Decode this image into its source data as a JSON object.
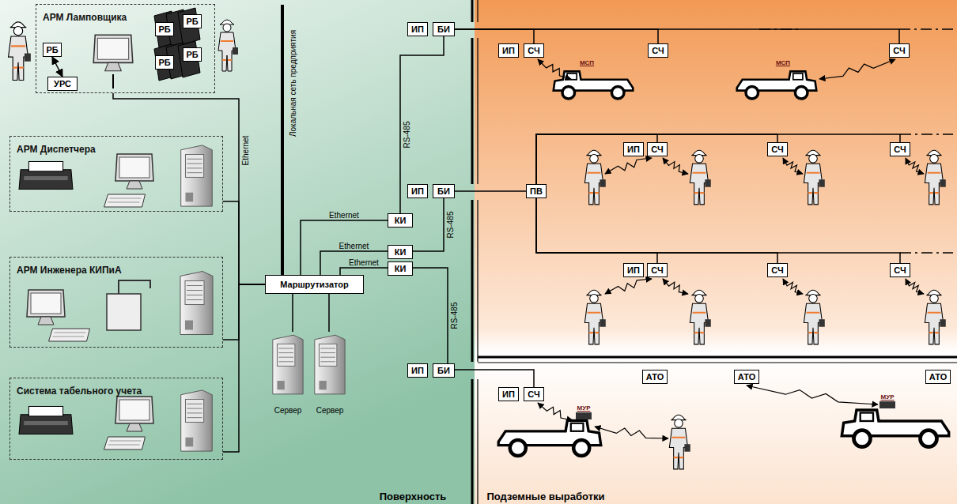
{
  "diagram": {
    "nodes": [
      {
        "text": [
          "АРМ Ламповщика"
        ]
      },
      {
        "text": [
          "РБ"
        ],
        "in": 0
      },
      {
        "text": [
          "УРС"
        ],
        "in": 0
      },
      {
        "text": [
          "РБ"
        ],
        "in": 0
      },
      {
        "text": [
          "РБ"
        ],
        "in": 0
      },
      {
        "text": [
          "РБ"
        ],
        "in": 0
      },
      {
        "text": [
          "РБ"
        ],
        "in": 0
      },
      {
        "text": [
          "АРМ Диспетчера"
        ]
      },
      {
        "text": [
          "АРМ Инженера КИПиА"
        ]
      },
      {
        "text": [
          "Система табельного учета"
        ]
      },
      {
        "text": [
          "Маршрутизатор"
        ]
      },
      {
        "text": [
          "КИ"
        ]
      },
      {
        "text": [
          "КИ"
        ]
      },
      {
        "text": [
          "КИ"
        ]
      },
      {
        "text": [
          "ИП"
        ]
      },
      {
        "text": [
          "БИ"
        ]
      },
      {
        "text": [
          "ИП"
        ]
      },
      {
        "text": [
          "БИ"
        ]
      },
      {
        "text": [
          "ИП"
        ]
      },
      {
        "text": [
          "БИ"
        ]
      },
      {
        "text": [
          "ИП"
        ]
      },
      {
        "text": [
          "СЧ"
        ]
      },
      {
        "text": [
          "СЧ"
        ]
      },
      {
        "text": [
          "СЧ"
        ]
      },
      {
        "text": [
          "ПВ"
        ]
      },
      {
        "text": [
          "ИП"
        ]
      },
      {
        "text": [
          "СЧ"
        ]
      },
      {
        "text": [
          "СЧ"
        ]
      },
      {
        "text": [
          "СЧ"
        ]
      },
      {
        "text": [
          "ИП"
        ]
      },
      {
        "text": [
          "СЧ"
        ]
      },
      {
        "text": [
          "СЧ"
        ]
      },
      {
        "text": [
          "СЧ"
        ]
      },
      {
        "text": [
          "ИП"
        ]
      },
      {
        "text": [
          "СЧ"
        ]
      },
      {
        "text": [
          "АТО"
        ]
      },
      {
        "text": [
          "АТО"
        ]
      },
      {
        "text": [
          "АТО"
        ]
      }
    ],
    "edges": [
      {
        "from": 2,
        "to": 1,
        "arrow": "both"
      },
      {
        "from": 0,
        "to": 10,
        "arrow": "none"
      },
      {
        "from": 7,
        "to": 10,
        "arrow": "none"
      },
      {
        "from": 8,
        "to": 10,
        "arrow": "none"
      },
      {
        "from": 9,
        "to": 10,
        "arrow": "none"
      },
      {
        "from": 10,
        "to": 11,
        "label": "Ethernet",
        "arrow": "none"
      },
      {
        "from": 10,
        "to": 12,
        "label": "Ethernet",
        "arrow": "none"
      },
      {
        "from": 10,
        "to": 13,
        "label": "Ethernet",
        "arrow": "none"
      },
      {
        "from": 11,
        "to": 15,
        "label": "RS-485",
        "arrow": "none"
      },
      {
        "from": 12,
        "to": 17,
        "label": "RS-485",
        "arrow": "none"
      },
      {
        "from": 13,
        "to": 19,
        "label": "RS-485",
        "arrow": "none"
      },
      {
        "from": 15,
        "to": 21,
        "arrow": "none"
      },
      {
        "from": 15,
        "to": 22,
        "arrow": "none"
      },
      {
        "from": 15,
        "to": 23,
        "arrow": "none"
      },
      {
        "from": 17,
        "to": 24,
        "arrow": "none"
      },
      {
        "from": 24,
        "to": 26,
        "arrow": "none"
      },
      {
        "from": 24,
        "to": 27,
        "arrow": "none"
      },
      {
        "from": 24,
        "to": 28,
        "arrow": "none"
      },
      {
        "from": 24,
        "to": 30,
        "arrow": "none"
      },
      {
        "from": 24,
        "to": 31,
        "arrow": "none"
      },
      {
        "from": 24,
        "to": 32,
        "arrow": "none"
      },
      {
        "from": 19,
        "to": 34,
        "arrow": "none"
      }
    ],
    "labels": [
      "Ethernet",
      "Локальная сеть предприятия",
      "Сервер",
      "Сервер",
      "МСП",
      "МСП",
      "МУР",
      "МУР",
      "Поверхность",
      "Подземные выработки"
    ]
  }
}
